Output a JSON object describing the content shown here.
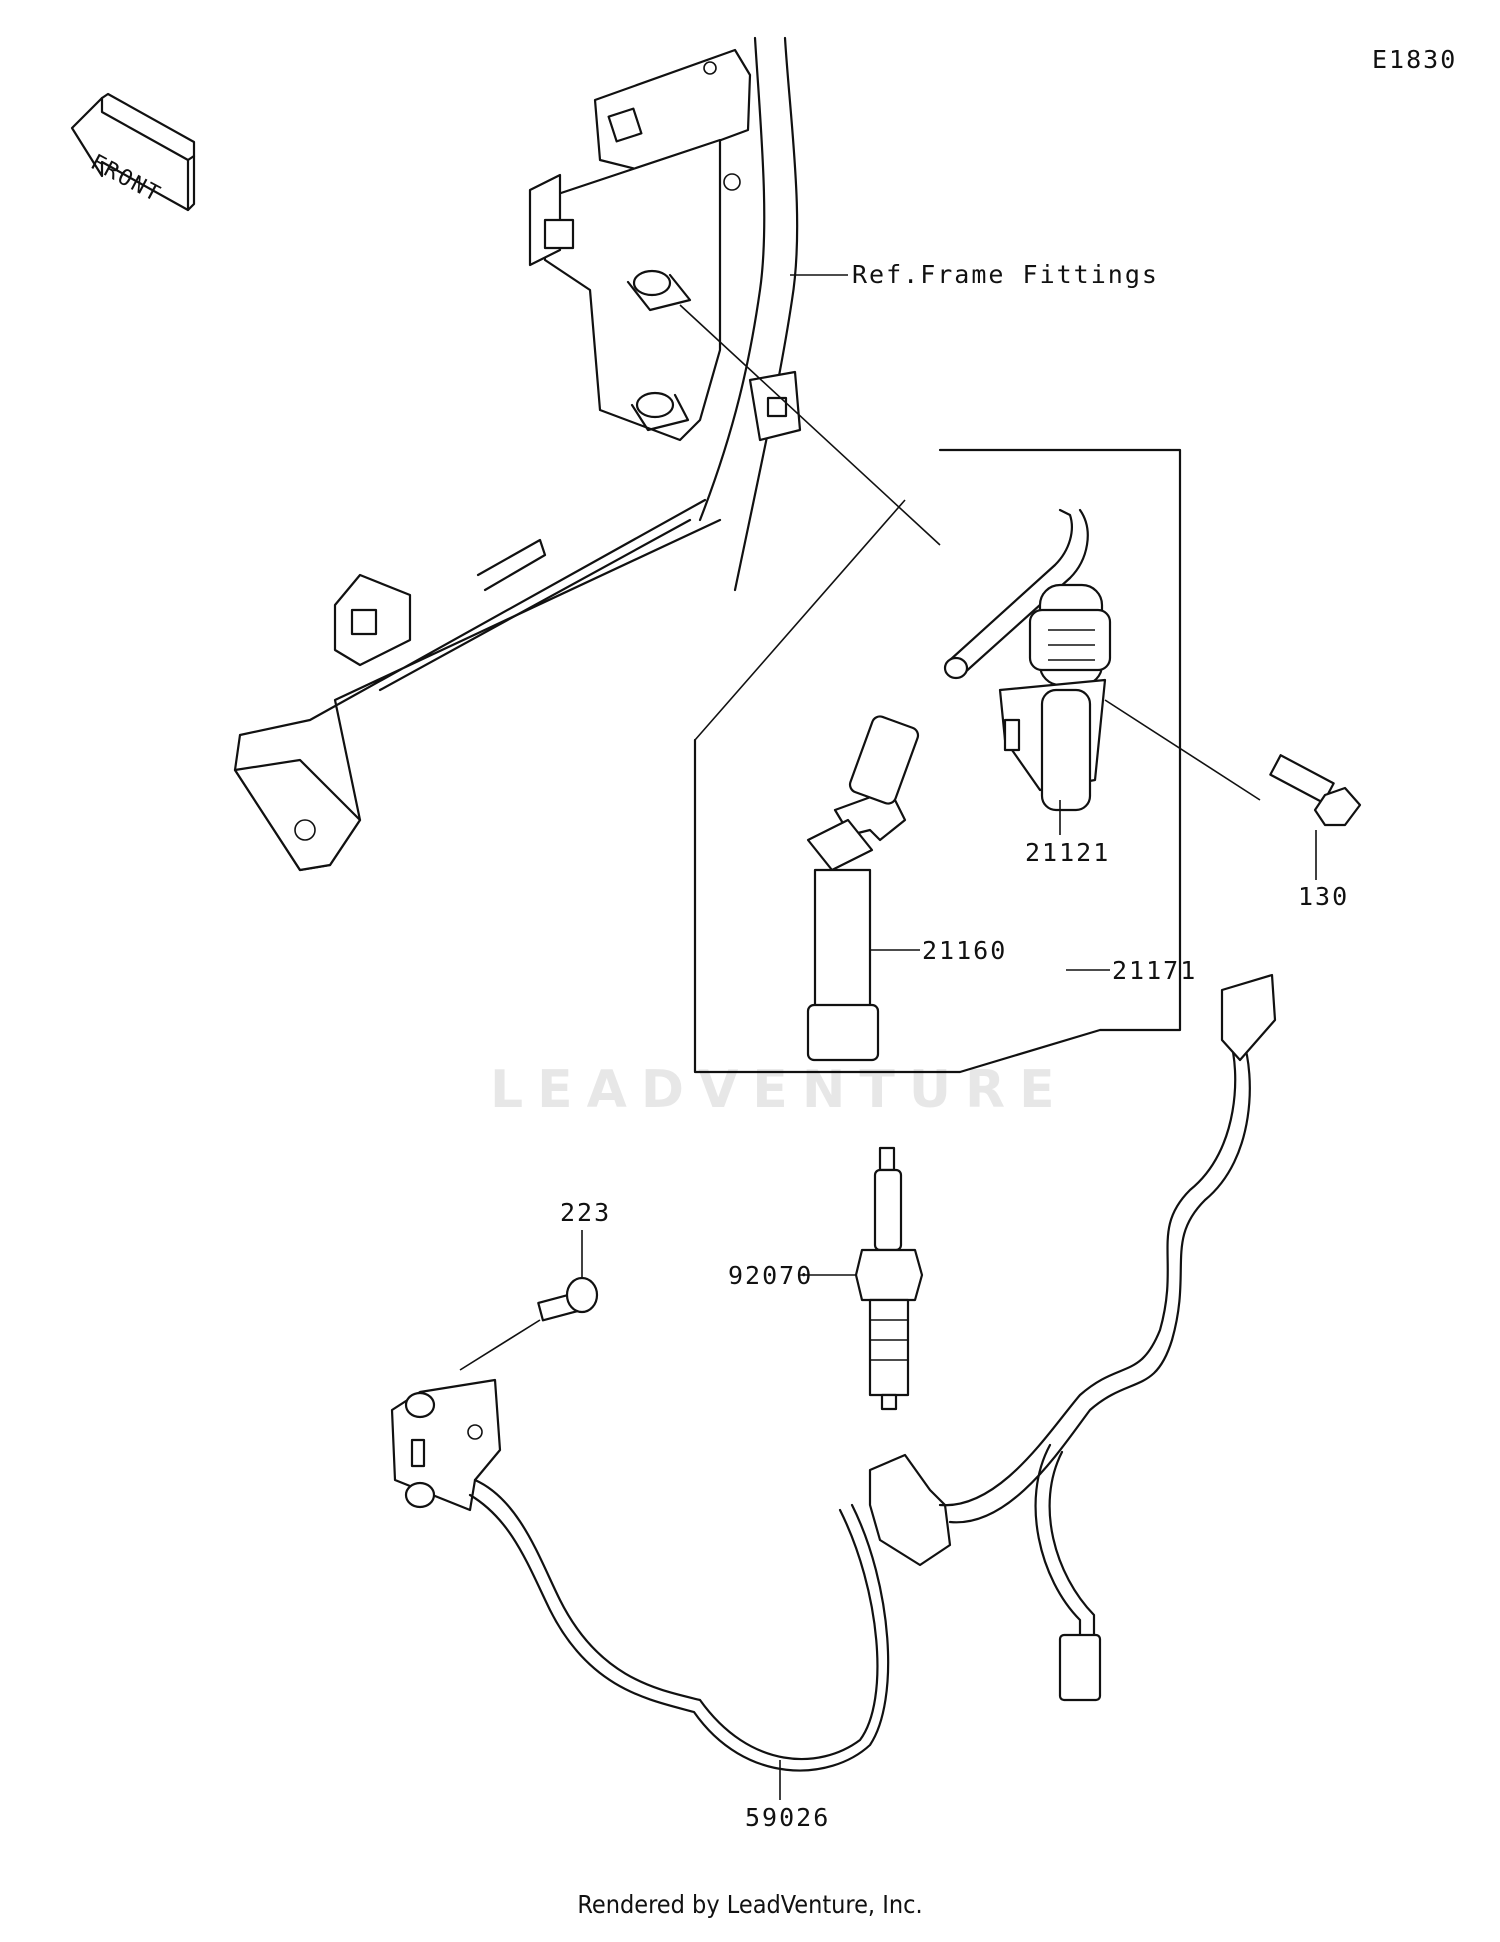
{
  "diagram_code": "E1830",
  "front_label": "FRONT",
  "ref_label": "Ref.Frame Fittings",
  "watermark": "LEADVENTURE",
  "footer": "Rendered by LeadVenture, Inc.",
  "callouts": {
    "p21121": "21121",
    "p130": "130",
    "p21160": "21160",
    "p21171": "21171",
    "p223": "223",
    "p92070": "92070",
    "p59026": "59026"
  }
}
